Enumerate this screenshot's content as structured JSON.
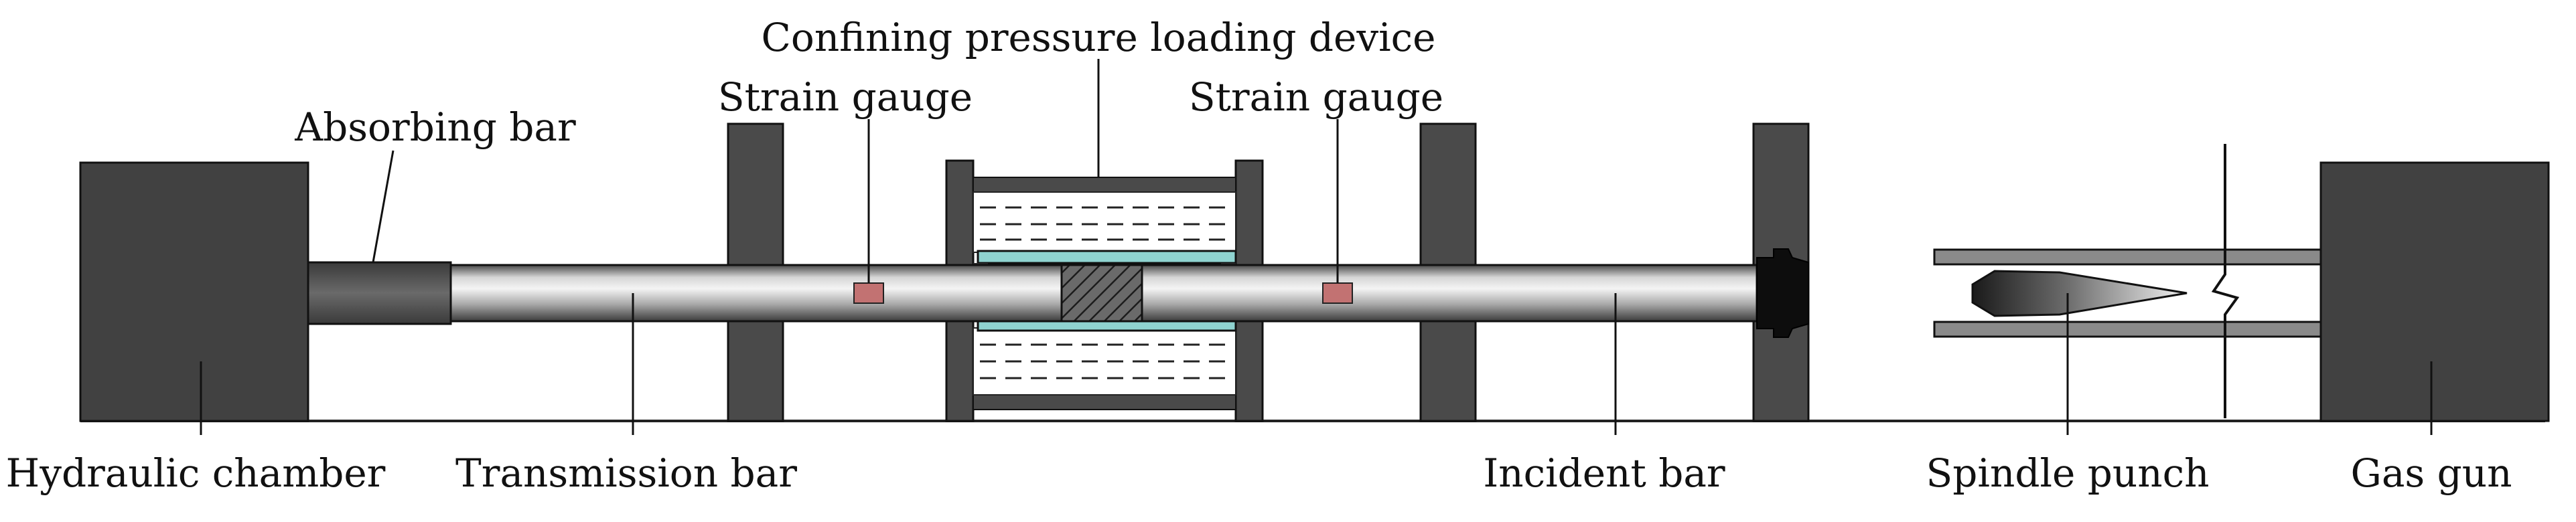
{
  "labels": {
    "confining": "Confining pressure loading device",
    "absorbing_bar": "Absorbing bar",
    "strain_gauge_left": "Strain gauge",
    "strain_gauge_right": "Strain gauge",
    "hydraulic_chamber": "Hydraulic chamber",
    "transmission_bar": "Transmission bar",
    "incident_bar": "Incident bar",
    "spindle_punch": "Spindle punch",
    "gas_gun": "Gas gun"
  },
  "colors": {
    "dark_block": "#414141",
    "plate": "#4a4a4a",
    "gauge": "#c27272",
    "seal": "#8fd3d0",
    "outline": "#111111"
  }
}
